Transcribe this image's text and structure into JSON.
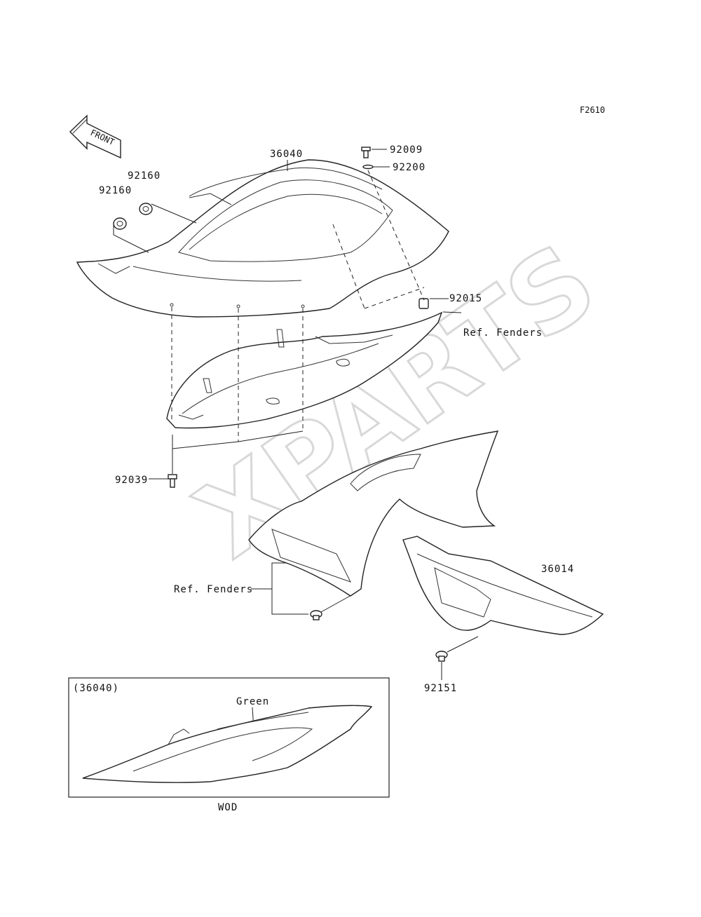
{
  "diagram": {
    "figure_code": "F2610",
    "watermark": "XPARTS",
    "front_arrow_label": "FRONT",
    "labels": {
      "p36040": "36040",
      "p92009": "92009",
      "p92200": "92200",
      "p92160a": "92160",
      "p92160b": "92160",
      "p92015": "92015",
      "ref_fenders_top": "Ref. Fenders",
      "p92039": "92039",
      "p36014": "36014",
      "ref_fenders_bottom": "Ref. Fenders",
      "p92151": "92151"
    },
    "inset": {
      "part_ref": "(36040)",
      "color_label": "Green",
      "caption": "WOD"
    }
  }
}
